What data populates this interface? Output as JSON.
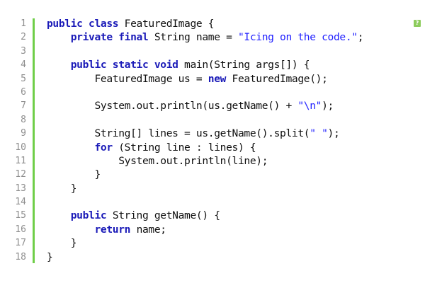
{
  "editor": {
    "corner_icon": "?",
    "accent_color": "#6fce48"
  },
  "lines": [
    {
      "num": "1",
      "tokens": [
        [
          "kw",
          "public class "
        ],
        [
          "plain",
          "FeaturedImage {"
        ]
      ]
    },
    {
      "num": "2",
      "tokens": [
        [
          "plain",
          "    "
        ],
        [
          "kw",
          "private final "
        ],
        [
          "plain",
          "String name = "
        ],
        [
          "str",
          "\"Icing on the code.\""
        ],
        [
          "plain",
          ";"
        ]
      ]
    },
    {
      "num": "3",
      "tokens": []
    },
    {
      "num": "4",
      "tokens": [
        [
          "plain",
          "    "
        ],
        [
          "kw",
          "public static void "
        ],
        [
          "plain",
          "main(String args[]) {"
        ]
      ]
    },
    {
      "num": "5",
      "tokens": [
        [
          "plain",
          "        FeaturedImage us = "
        ],
        [
          "kw",
          "new "
        ],
        [
          "plain",
          "FeaturedImage();"
        ]
      ]
    },
    {
      "num": "6",
      "tokens": []
    },
    {
      "num": "7",
      "tokens": [
        [
          "plain",
          "        System.out.println(us.getName() + "
        ],
        [
          "str",
          "\"\\n\""
        ],
        [
          "plain",
          ");"
        ]
      ]
    },
    {
      "num": "8",
      "tokens": []
    },
    {
      "num": "9",
      "tokens": [
        [
          "plain",
          "        String[] lines = us.getName().split("
        ],
        [
          "str",
          "\" \""
        ],
        [
          "plain",
          ");"
        ]
      ]
    },
    {
      "num": "10",
      "tokens": [
        [
          "plain",
          "        "
        ],
        [
          "kw",
          "for "
        ],
        [
          "plain",
          "(String line : lines) {"
        ]
      ]
    },
    {
      "num": "11",
      "tokens": [
        [
          "plain",
          "            System.out.println(line);"
        ]
      ]
    },
    {
      "num": "12",
      "tokens": [
        [
          "plain",
          "        }"
        ]
      ]
    },
    {
      "num": "13",
      "tokens": [
        [
          "plain",
          "    }"
        ]
      ]
    },
    {
      "num": "14",
      "tokens": []
    },
    {
      "num": "15",
      "tokens": [
        [
          "plain",
          "    "
        ],
        [
          "kw",
          "public "
        ],
        [
          "plain",
          "String getName() {"
        ]
      ]
    },
    {
      "num": "16",
      "tokens": [
        [
          "plain",
          "        "
        ],
        [
          "kw",
          "return "
        ],
        [
          "plain",
          "name;"
        ]
      ]
    },
    {
      "num": "17",
      "tokens": [
        [
          "plain",
          "    }"
        ]
      ]
    },
    {
      "num": "18",
      "tokens": [
        [
          "plain",
          "}"
        ]
      ]
    }
  ]
}
